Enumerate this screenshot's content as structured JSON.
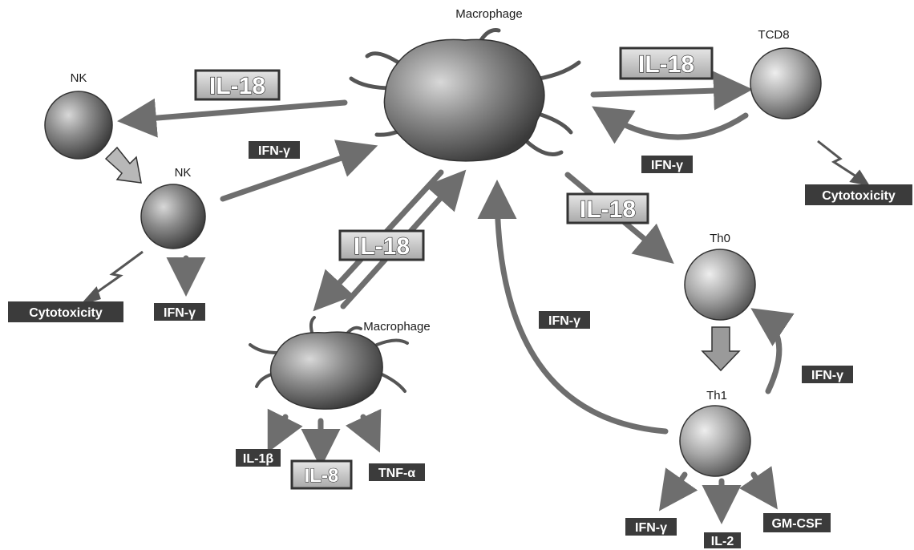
{
  "cells": {
    "macrophage_top": "Macrophage",
    "macrophage_bottom": "Macrophage",
    "nk_top": "NK",
    "nk_mid": "NK",
    "tcd8": "TCD8",
    "th0": "Th0",
    "th1": "Th1"
  },
  "labels": {
    "il18_to_nk": "IL-18",
    "il18_to_tcd8": "IL-18",
    "il18_center": "IL-18",
    "il18_to_th0": "IL-18",
    "il8": "IL-8",
    "ifn_nk_to_mac": "IFN-γ",
    "ifn_tcd8_to_mac": "IFN-γ",
    "ifn_th1_to_mac": "IFN-γ",
    "ifn_th1_to_th0": "IFN-γ",
    "ifn_nk_out": "IFN-γ",
    "ifn_th1_out": "IFN-γ",
    "cytotoxicity_nk": "Cytotoxicity",
    "cytotoxicity_tcd8": "Cytotoxicity",
    "il1b": "IL-1β",
    "tnfa": "TNF-α",
    "il2": "IL-2",
    "gmcsf": "GM-CSF"
  },
  "colors": {
    "arrow": "#6e6e6e",
    "dark_box": "#3b3b3b",
    "light_box": "#cfcfcf",
    "cell": "#8a8a8a"
  }
}
